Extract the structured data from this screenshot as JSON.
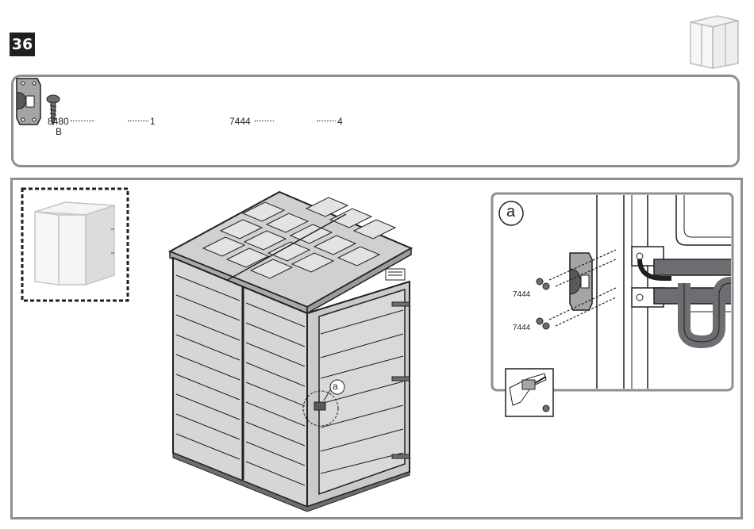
{
  "step": {
    "number": "36"
  },
  "parts": [
    {
      "code": "8480",
      "sub": "B",
      "qty": "1",
      "icon": "door-latch-bracket-icon"
    },
    {
      "code": "7444",
      "qty": "4",
      "icon": "screw-icon"
    }
  ],
  "detail": {
    "callout": "a",
    "screw_labels": [
      "7444",
      "7444"
    ]
  },
  "tools": {
    "icon": "power-drill-icon"
  }
}
